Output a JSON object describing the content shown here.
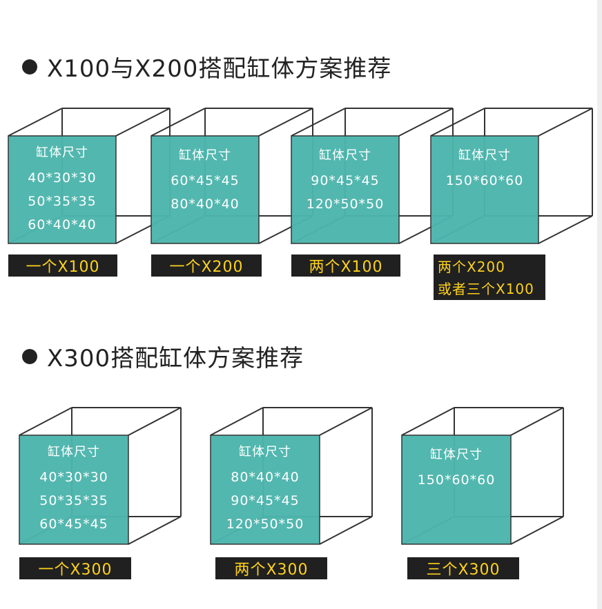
{
  "sections": [
    {
      "title": "X100与X200搭配缸体方案推荐",
      "cubes": [
        {
          "face_title": "缸体尺寸",
          "dims": [
            "40*30*30",
            "50*35*35",
            "60*40*40"
          ],
          "label_lines": [
            "一个X100"
          ]
        },
        {
          "face_title": "缸体尺寸",
          "dims": [
            "60*45*45",
            "80*40*40"
          ],
          "label_lines": [
            "一个X200"
          ]
        },
        {
          "face_title": "缸体尺寸",
          "dims": [
            "90*45*45",
            "120*50*50"
          ],
          "label_lines": [
            "两个X100"
          ]
        },
        {
          "face_title": "缸体尺寸",
          "dims": [
            "150*60*60"
          ],
          "label_lines": [
            "两个X200",
            "或者三个X100"
          ]
        }
      ]
    },
    {
      "title": "X300搭配缸体方案推荐",
      "cubes": [
        {
          "face_title": "缸体尺寸",
          "dims": [
            "40*30*30",
            "50*35*35",
            "60*45*45"
          ],
          "label_lines": [
            "一个X300"
          ]
        },
        {
          "face_title": "缸体尺寸",
          "dims": [
            "80*40*40",
            "90*45*45",
            "120*50*50"
          ],
          "label_lines": [
            "两个X300"
          ]
        },
        {
          "face_title": "缸体尺寸",
          "dims": [
            "150*60*60"
          ],
          "label_lines": [
            "三个X300"
          ]
        }
      ]
    }
  ],
  "colors": {
    "face": "#4cb5ac",
    "label_bg": "#202020",
    "label_text": "#ffd21a",
    "edge": "#333333"
  }
}
